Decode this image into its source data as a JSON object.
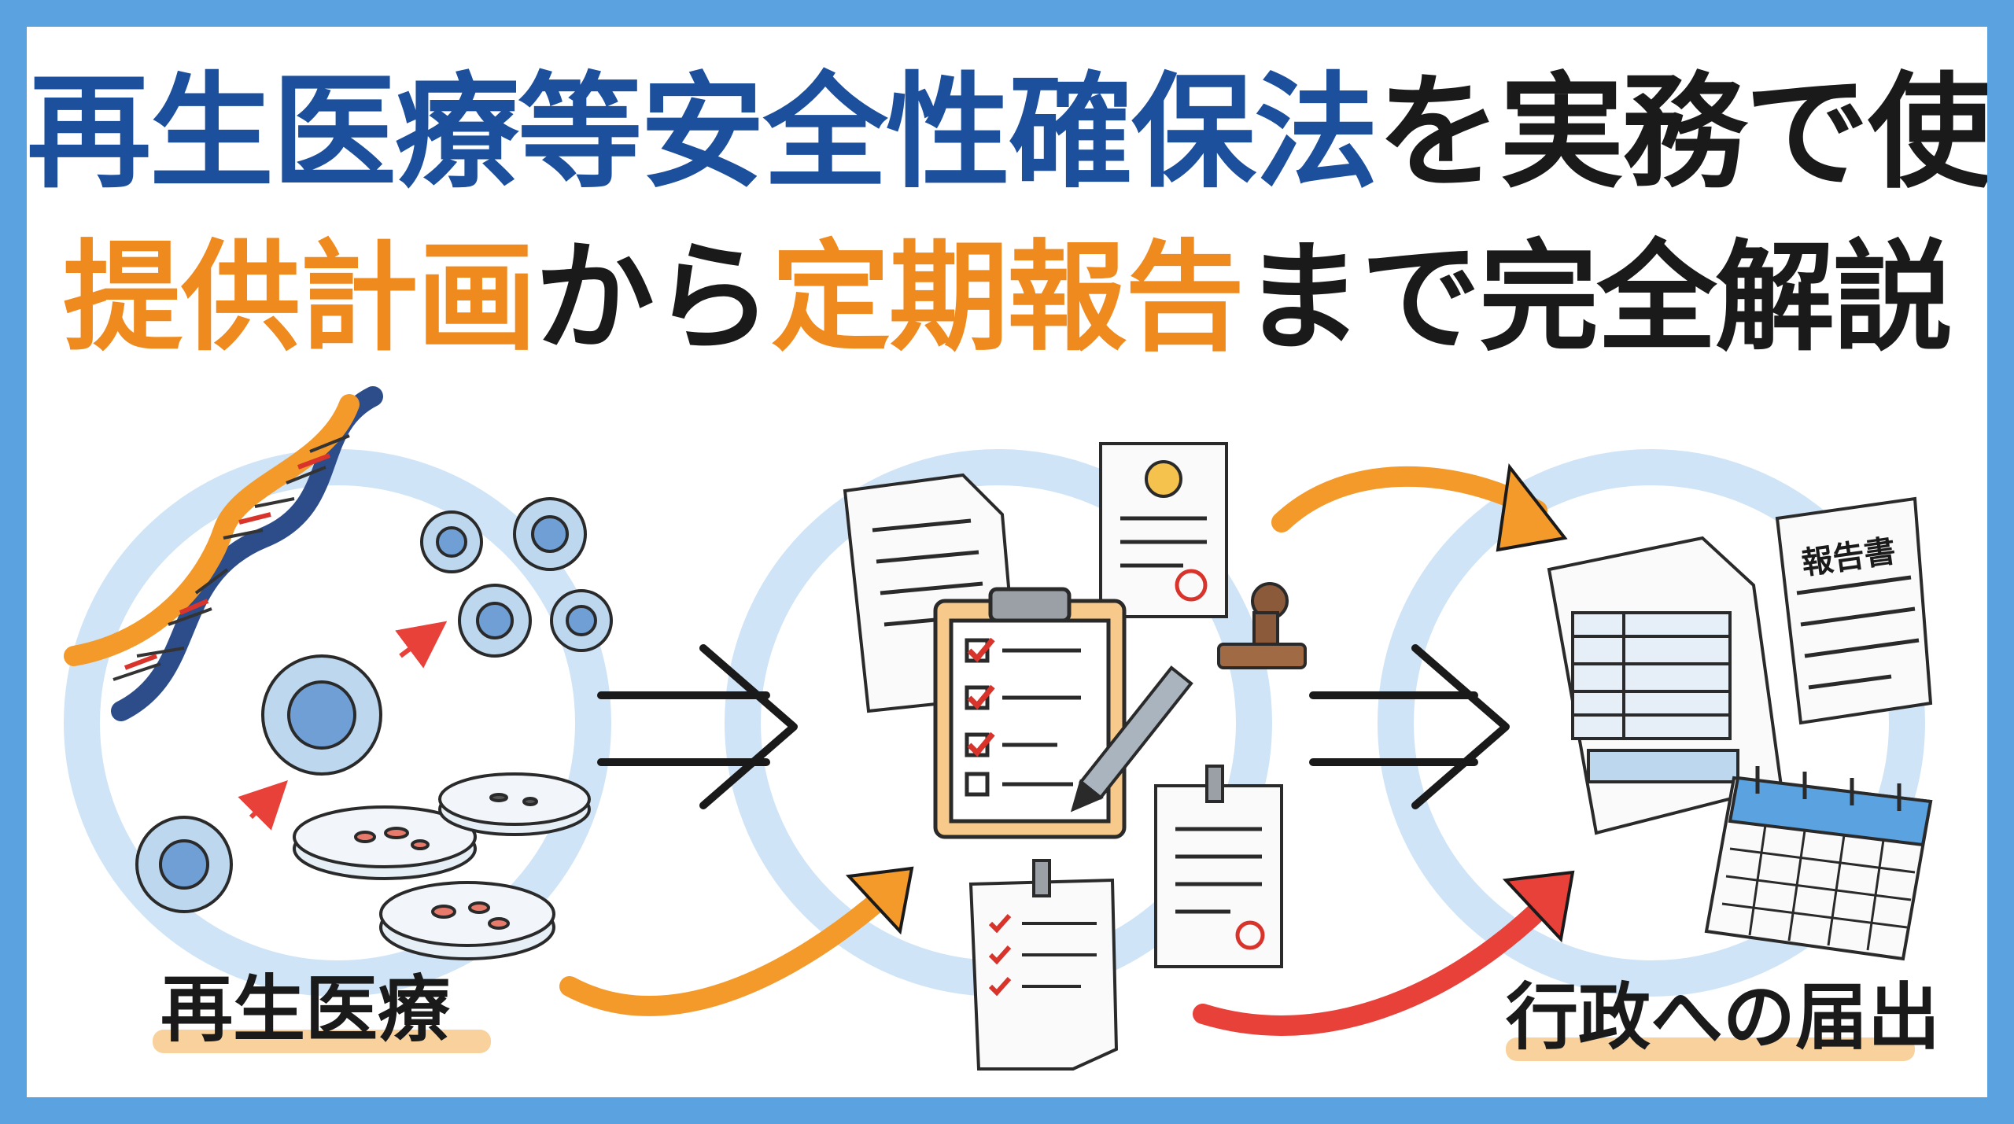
{
  "title": {
    "line1": [
      {
        "text": "再生医療等安全性確保法",
        "color": "#1c4f9c"
      },
      {
        "text": "を実務で使う!",
        "color": "#1a1a1a"
      }
    ],
    "line2": [
      {
        "text": "提供計画",
        "color": "#ef8a1f"
      },
      {
        "text": "から",
        "color": "#1a1a1a"
      },
      {
        "text": "定期報告",
        "color": "#ef8a1f"
      },
      {
        "text": "まで完全解説",
        "color": "#1a1a1a"
      }
    ]
  },
  "labels": {
    "left": "再生医療",
    "right": "行政への届出",
    "report_doc": "報告書"
  },
  "colors": {
    "frame": "#5ba3e0",
    "circle": "#cfe4f6",
    "orange_arrow": "#f39a2b",
    "red_arrow": "#e8413a",
    "check_red": "#d9342b",
    "highlight": "#f7c98b"
  },
  "icons": [
    "dna-icon",
    "cell-icon",
    "petri-dish-icon",
    "document-icon",
    "clipboard-checklist-icon",
    "pen-icon",
    "stamp-icon",
    "certificate-icon",
    "report-form-icon",
    "calendar-icon",
    "arrow-icon"
  ]
}
